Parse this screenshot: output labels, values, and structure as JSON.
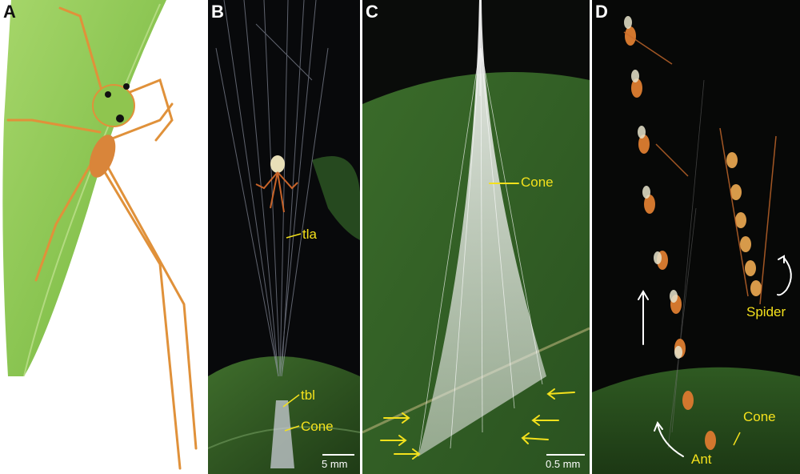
{
  "panels": [
    {
      "label": "A"
    },
    {
      "label": "B",
      "annotations": [
        "tla",
        "tbl",
        "Cone"
      ],
      "scale_bar": "5 mm"
    },
    {
      "label": "C",
      "annotations": [
        "Cone"
      ],
      "scale_bar": "0.5 mm"
    },
    {
      "label": "D",
      "annotations": [
        "Spider",
        "Cone",
        "Ant"
      ]
    }
  ],
  "colors": {
    "annotation": "#f4e11c",
    "leaf": "#8cc850",
    "background_dark": "#08090b"
  }
}
